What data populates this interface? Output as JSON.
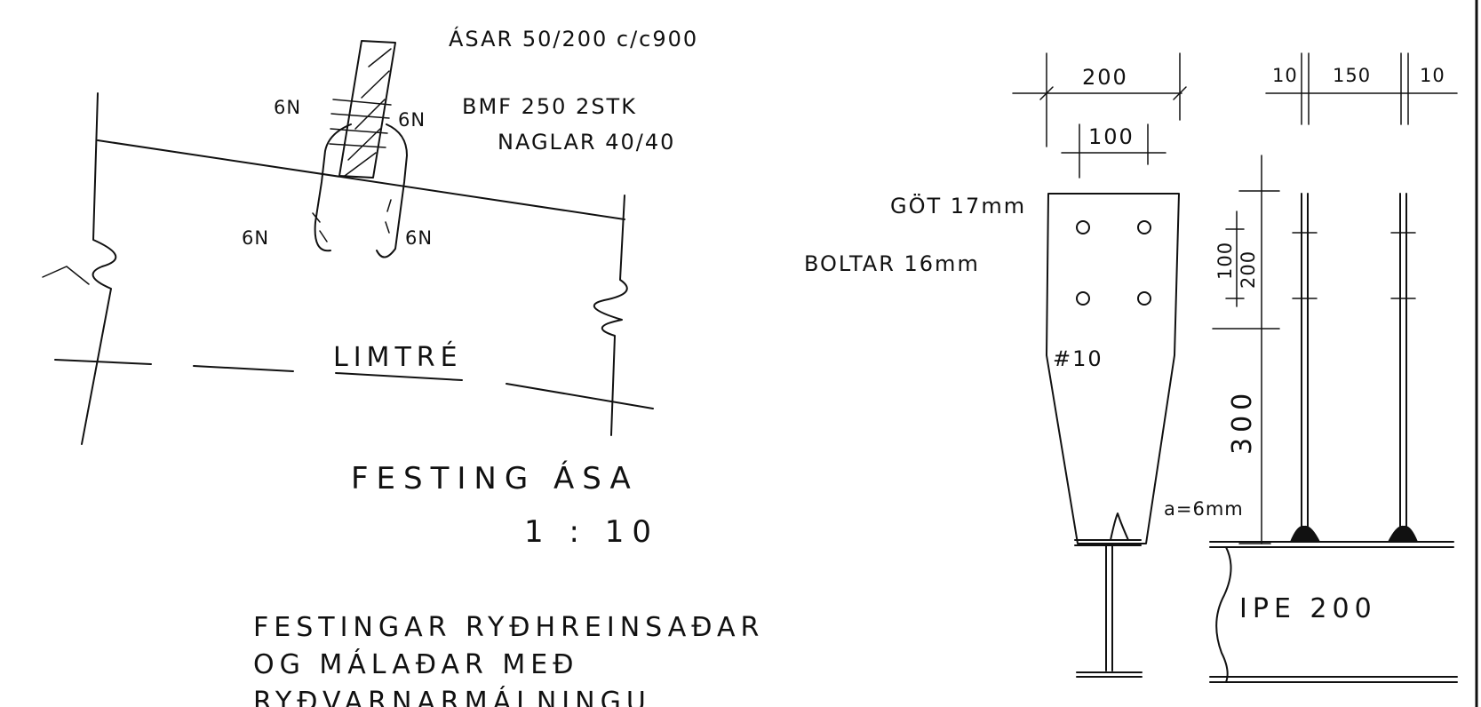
{
  "left_detail": {
    "purlin_spec": "ÁSAR 50/200 c/c900",
    "bracket": "BMF 250  2STK",
    "nails": "NAGLAR 40/40",
    "nail_labels": [
      "6N",
      "6N",
      "6N",
      "6N"
    ],
    "beam_label": "LIMTRÉ",
    "title": "FESTING ÁSA",
    "scale": "1 : 10"
  },
  "notes": {
    "line1": "FESTINGAR RYÐHREINSAÐAR",
    "line2": "OG MÁLAÐAR MEÐ",
    "line3": "RYÐVARNARMÁLNINGU"
  },
  "plate_detail": {
    "dim_width": "200",
    "dim_bolt_spacing": "100",
    "hole_label": "GÖT 17mm",
    "bolt_label": "BOLTAR 16mm",
    "plate_thickness": "#10"
  },
  "side_detail": {
    "dim_left": "10",
    "dim_mid": "150",
    "dim_right": "10",
    "dim_v_small": "100",
    "dim_v_large": "200",
    "dim_v_lower": "300",
    "weld": "a=6mm",
    "beam": "IPE 200"
  }
}
